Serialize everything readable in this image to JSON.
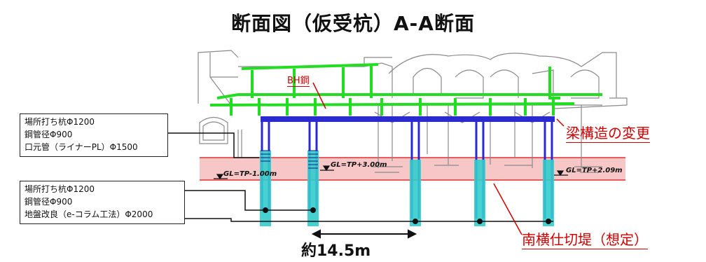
{
  "title": "断面図（仮受杭）A-A断面",
  "callouts": {
    "bh_steel": "BH鋼",
    "beam_change": "梁構造の変更",
    "cutoff_levee": "南横仕切堤（想定）"
  },
  "levels": {
    "gl_left": "GL=TP-1.00m",
    "gl_mid": "GL=TP+3.00m",
    "gl_right": "GL=TP+2.09m"
  },
  "box_top": {
    "lines": [
      "場所打ち杭Φ1200",
      "鋼管径Φ900",
      "口元管（ライナーPL）Φ1500"
    ]
  },
  "box_bottom": {
    "lines": [
      "場所打ち杭Φ1200",
      "鋼管径Φ900",
      "地盤改良（e-コラム工法）Φ2000"
    ]
  },
  "dimension": "約14.5m",
  "colors": {
    "new_beam": "#22dd22",
    "pile": "#2a2ad0",
    "ground_improvement": "#33cccc",
    "levee_band": "#f7c7c7",
    "callout": "#d00000"
  }
}
